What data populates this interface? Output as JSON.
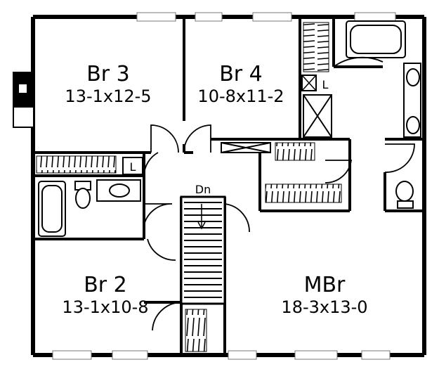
{
  "colors": {
    "wall": "#000000",
    "background": "#ffffff",
    "window": "#777777",
    "fixture": "#bbbbbb"
  },
  "rooms": {
    "br3": {
      "name": "Br 3",
      "dims": "13-1x12-5"
    },
    "br4": {
      "name": "Br 4",
      "dims": "10-8x11-2"
    },
    "br2": {
      "name": "Br 2",
      "dims": "13-1x10-8"
    },
    "mbr": {
      "name": "MBr",
      "dims": "18-3x13-0"
    }
  },
  "stairs": {
    "label": "Dn"
  },
  "closets": {
    "linen_label": "L"
  }
}
